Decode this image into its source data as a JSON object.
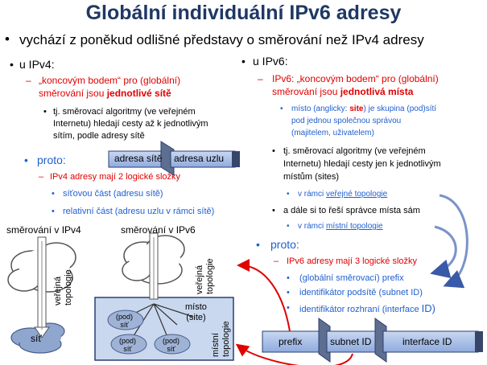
{
  "title": "Globální individuální IPv6 adresy",
  "intro": "vychází z poněkud odlišné představy o směrování než IPv4 adresy",
  "left": {
    "heading": "u IPv4:",
    "endpoint_a": "„koncovým bodem“ pro (globální)",
    "endpoint_b_pre": "směrování jsou ",
    "endpoint_b_bold": "jednotlivé sítě",
    "tj_1": "tj. směrovací algoritmy (ve veřejném",
    "tj_2": "Internetu) hledají cesty až k jednotlivým",
    "tj_3": "sítím, podle adresy sítě",
    "proto": "proto:",
    "parts": "IPv4 adresy mají 2 logické složky",
    "part1": "síťovou část (adresu sítě)",
    "part2": "relativní část (adresu uzlu v rámci sítě)",
    "box_net": "adresa sítě",
    "box_node": "adresa uzlu"
  },
  "right": {
    "heading": "u IPv6:",
    "endpoint_a": "IPv6: „koncovým bodem“ pro (globální)",
    "endpoint_b_pre": "směrování jsou ",
    "endpoint_b_bold": "jednotlivá místa",
    "site_1_pre": "místo (anglicky: ",
    "site_1_site": "site",
    "site_1_post": ") je skupina (pod)sítí",
    "site_2": "pod jednou společnou správou",
    "site_3": "(majitelem, uživatelem)",
    "tj_1": "tj. směrovací algoritmy (ve veřejném",
    "tj_2": "Internetu) hledají cesty jen k jednotlivým",
    "tj_3": "místům (sites)",
    "public_pre": "v rámci ",
    "public_u": "veřejné topologie",
    "admin": "a dále si to řeší správce místa sám",
    "local_pre": "v rámci ",
    "local_u": "místní topologie",
    "proto": "proto:",
    "parts": "IPv6 adresy mají 3 logické složky",
    "part1": "(globální směrovací) prefix",
    "part2": "identifikátor podsítě (subnet ID)",
    "part3_a": "identifikátor rozhraní (interface ",
    "part3_b": "ID)"
  },
  "diagram_v4": {
    "heading": "směrování v IPv4",
    "topo": [
      "veřejná",
      "topologie"
    ],
    "net": "síť"
  },
  "diagram_v6": {
    "heading": "směrování v IPv6",
    "topo": [
      "veřejná",
      "topologie"
    ],
    "site": [
      "místo",
      "(site)"
    ],
    "local_topo": [
      "místní",
      "topologie"
    ],
    "subnet": [
      "(pod)",
      "síť"
    ]
  },
  "address_v6": {
    "prefix": "prefix",
    "subnet": "subnet ID",
    "iface": "interface  ID"
  },
  "colors": {
    "title": "#1f3864",
    "red": "#e00000",
    "blue": "#1f5fd0",
    "box_fill": "#a8c0e8",
    "box_border": "#2b3f73",
    "site_fill": "#c9d8ef"
  }
}
